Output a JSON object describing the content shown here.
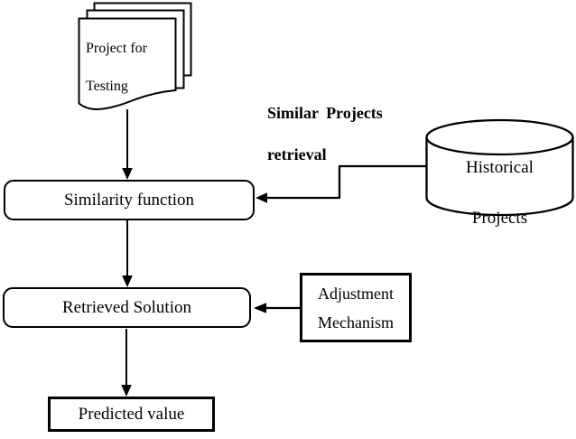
{
  "figure": {
    "type": "flowchart",
    "background_color": "#ffffff",
    "ink_color": "#000000",
    "nodes": {
      "project_document": {
        "shape": "document-stack",
        "line1": "Project for",
        "line2": "Testing"
      },
      "historical_projects": {
        "shape": "database-cylinder",
        "line1": "Historical",
        "line2": "Projects"
      },
      "similarity_function": {
        "shape": "rounded-rectangle",
        "label": "Similarity function"
      },
      "retrieved_solution": {
        "shape": "rounded-rectangle",
        "label": "Retrieved Solution"
      },
      "adjustment_mechanism": {
        "shape": "rectangle",
        "line1": "Adjustment",
        "line2": "Mechanism"
      },
      "predicted_value": {
        "shape": "rectangle",
        "label": "Predicted value"
      }
    },
    "annotations": {
      "retrieval": {
        "line1": "Similar Projects",
        "line2": "retrieval",
        "style": "bold"
      }
    },
    "edges": [
      {
        "from": "project_document",
        "to": "similarity_function",
        "arrow": true
      },
      {
        "from": "historical_projects",
        "to": "similarity_function",
        "arrow": true
      },
      {
        "from": "similarity_function",
        "to": "retrieved_solution",
        "arrow": true
      },
      {
        "from": "adjustment_mechanism",
        "to": "retrieved_solution",
        "arrow": true
      },
      {
        "from": "retrieved_solution",
        "to": "predicted_value",
        "arrow": true
      }
    ]
  }
}
